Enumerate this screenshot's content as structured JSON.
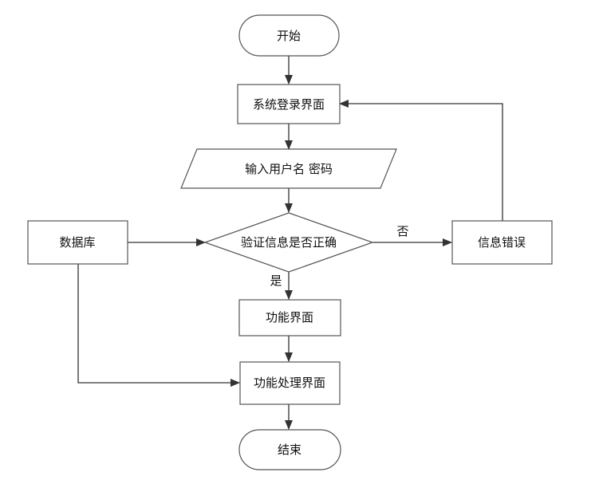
{
  "flowchart": {
    "nodes": {
      "start": "开始",
      "login": "系统登录界面",
      "input": "输入用户名 密码",
      "verify": "验证信息是否正确",
      "database": "数据库",
      "error": "信息错误",
      "function_page": "功能界面",
      "processing_page": "功能处理界面",
      "end": "结束"
    },
    "edge_labels": {
      "no": "否",
      "yes": "是"
    }
  }
}
